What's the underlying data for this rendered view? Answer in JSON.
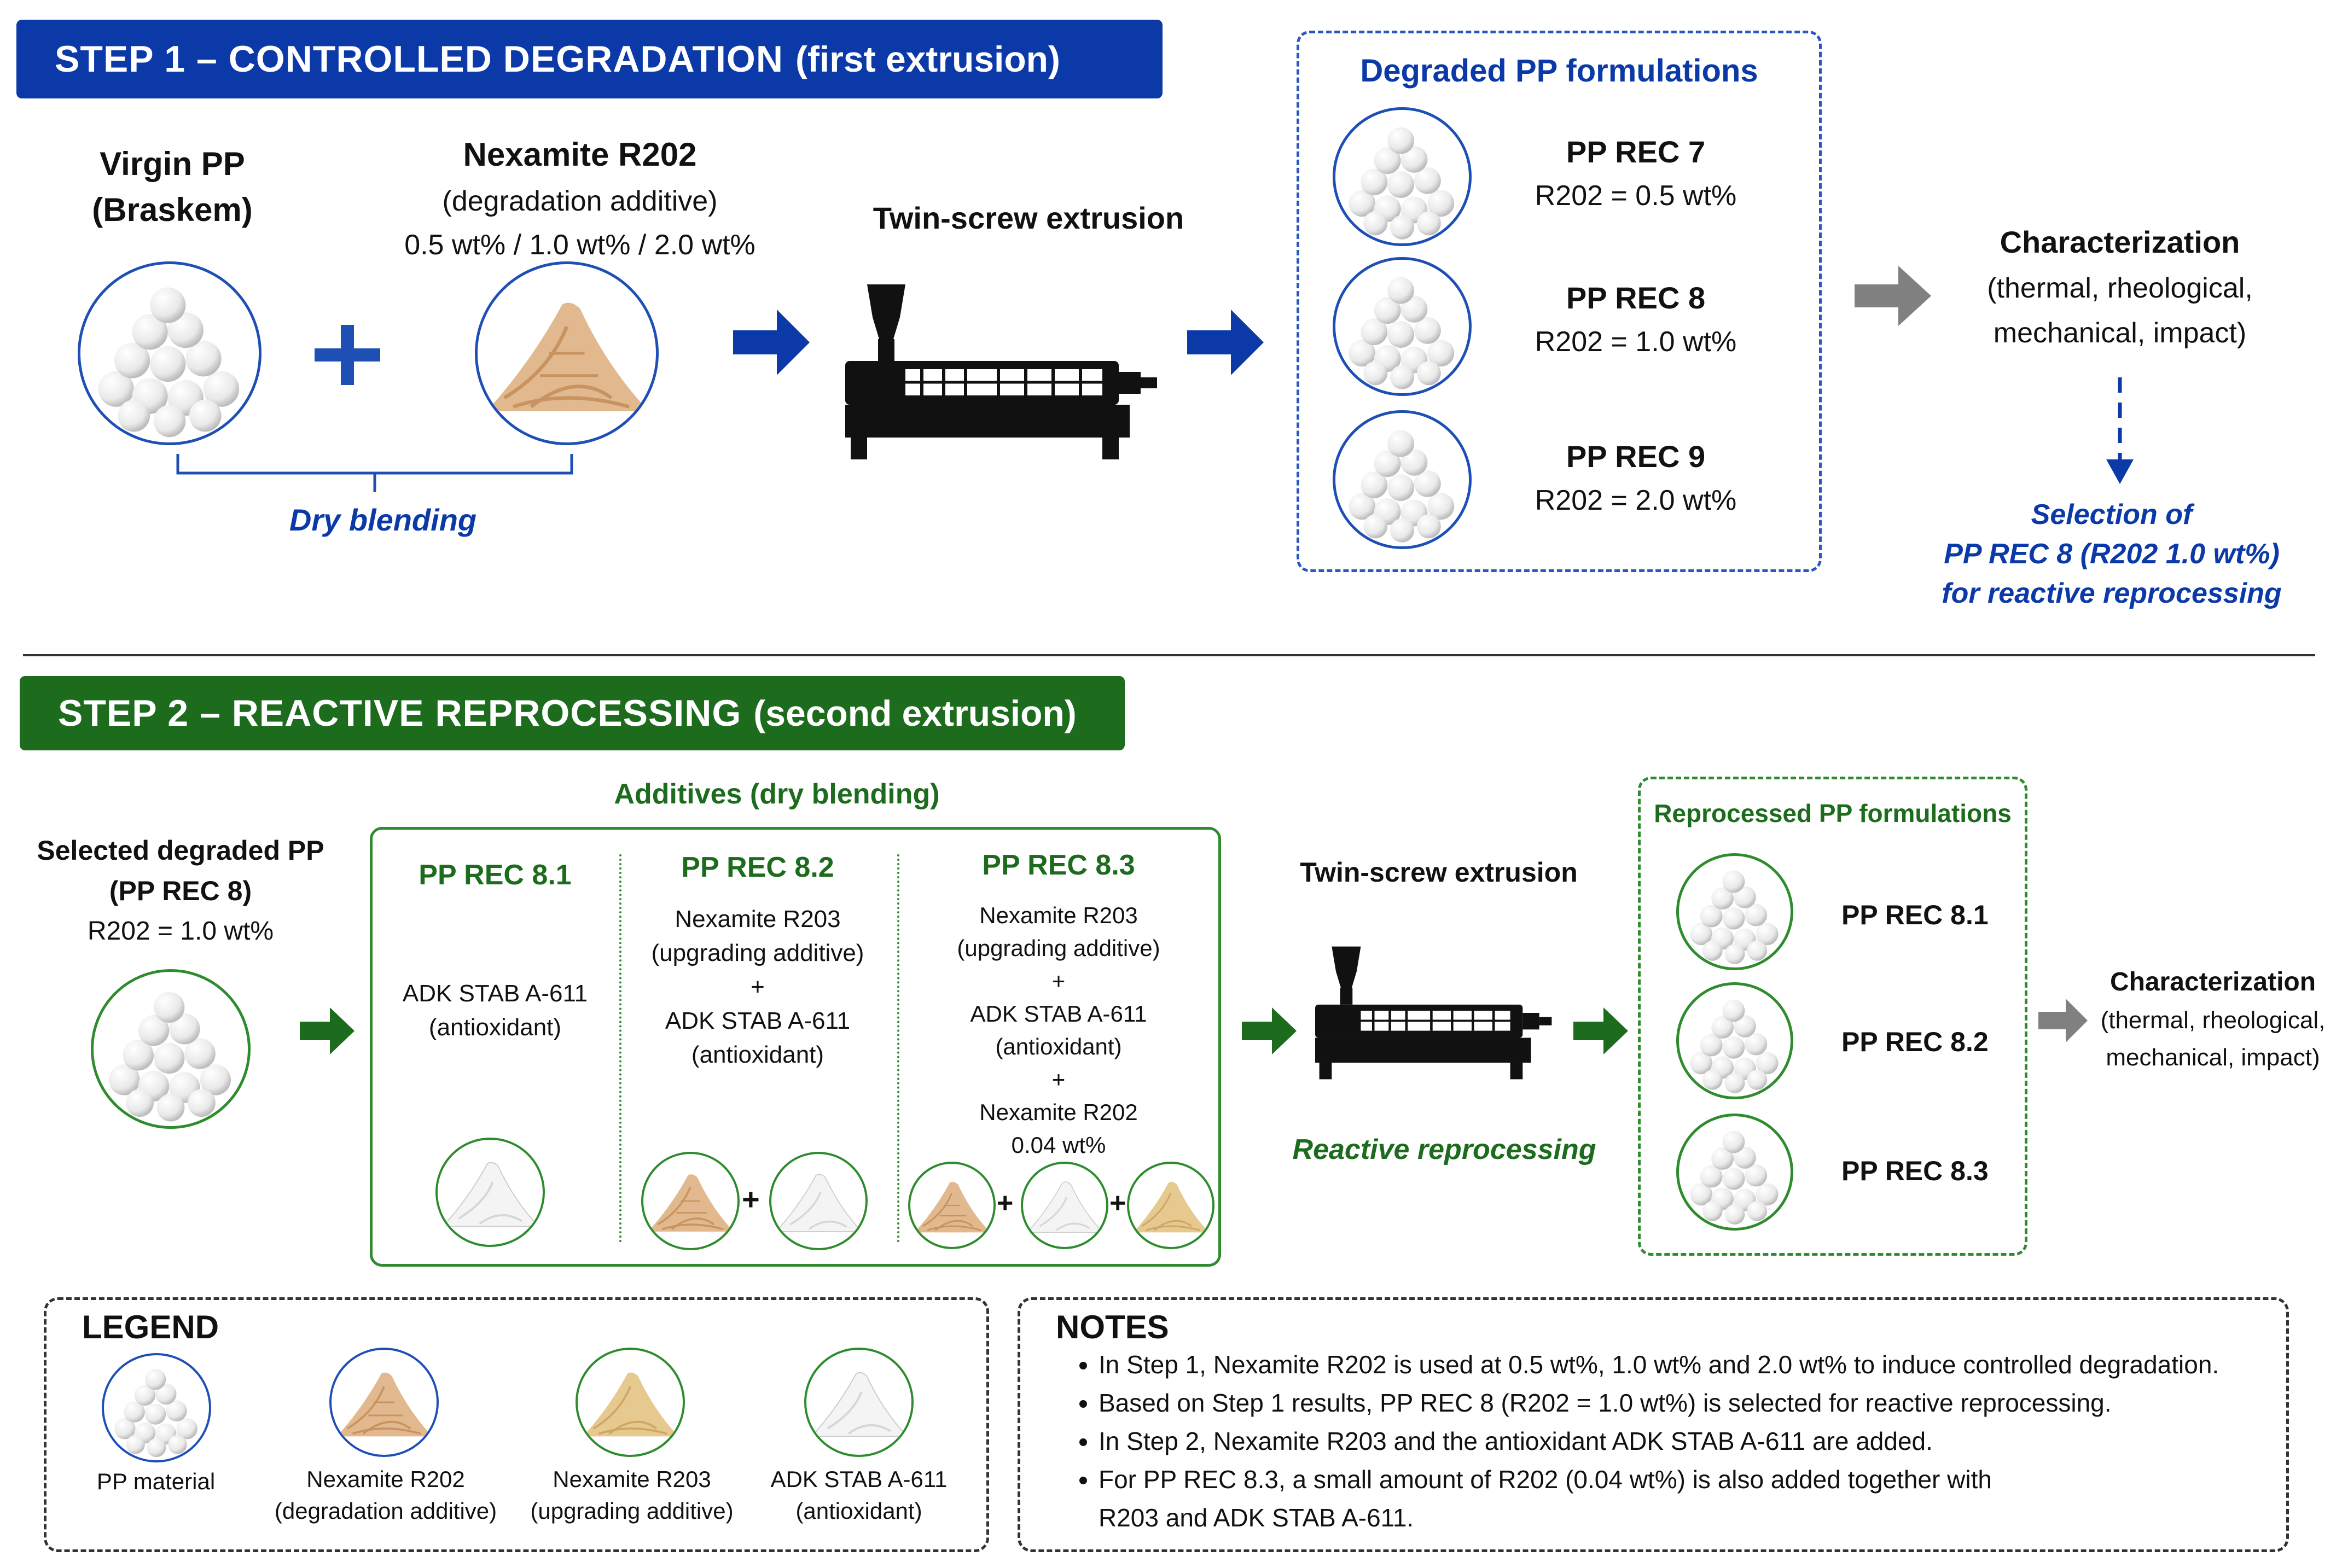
{
  "step1": {
    "banner_bold": "STEP 1 – CONTROLLED DEGRADATION",
    "banner_rest": "(first extrusion)",
    "banner_color": "#0b3aa8",
    "virgin_pp_line1": "Virgin PP",
    "virgin_pp_line2": "(Braskem)",
    "nexamite_title": "Nexamite R202",
    "nexamite_sub": "(degradation additive)",
    "nexamite_amounts": "0.5 wt% / 1.0 wt% / 2.0 wt%",
    "dry_blending": "Dry blending",
    "twin_screw": "Twin-screw extrusion",
    "formulations_title": "Degraded PP formulations",
    "formulations": [
      {
        "name": "PP REC 7",
        "detail": "R202 = 0.5 wt%"
      },
      {
        "name": "PP REC 8",
        "detail": "R202 = 1.0 wt%"
      },
      {
        "name": "PP REC 9",
        "detail": "R202 = 2.0 wt%"
      }
    ],
    "char_title": "Characterization",
    "char_line1": "(thermal, rheological,",
    "char_line2": "mechanical, impact)",
    "selection_line1": "Selection of",
    "selection_line2": "PP REC 8 (R202 1.0 wt%)",
    "selection_line3": "for reactive reprocessing"
  },
  "step2": {
    "banner_bold": "STEP 2 – REACTIVE REPROCESSING",
    "banner_rest": "(second extrusion)",
    "banner_color": "#1d6b1d",
    "selected_line1": "Selected degraded PP",
    "selected_line2": "(PP REC 8)",
    "selected_line3": "R202 = 1.0 wt%",
    "additives_title": "Additives (dry blending)",
    "rec81": {
      "title": "PP REC 8.1",
      "l1": "ADK STAB A-611",
      "l2": "(antioxidant)"
    },
    "rec82": {
      "title": "PP REC 8.2",
      "l1": "Nexamite R203",
      "l2": "(upgrading additive)",
      "plus": "+",
      "l3": "ADK STAB A-611",
      "l4": "(antioxidant)"
    },
    "rec83": {
      "title": "PP REC 8.3",
      "l1": "Nexamite R203",
      "l2": "(upgrading additive)",
      "plus1": "+",
      "l3": "ADK STAB A-611",
      "l4": "(antioxidant)",
      "plus2": "+",
      "l5": "Nexamite R202",
      "l6": "0.04 wt%"
    },
    "plus_sign": "+",
    "twin_screw": "Twin-screw extrusion",
    "reactive": "Reactive reprocessing",
    "reprocessed_title": "Reprocessed PP formulations",
    "reprocessed": [
      "PP REC 8.1",
      "PP REC 8.2",
      "PP REC 8.3"
    ],
    "char_title": "Characterization",
    "char_line1": "(thermal, rheological,",
    "char_line2": "mechanical, impact)"
  },
  "legend": {
    "title": "LEGEND",
    "items": [
      {
        "l1": "PP material",
        "l2": ""
      },
      {
        "l1": "Nexamite R202",
        "l2": "(degradation additive)"
      },
      {
        "l1": "Nexamite R203",
        "l2": "(upgrading additive)"
      },
      {
        "l1": "ADK STAB A-611",
        "l2": "(antioxidant)"
      }
    ]
  },
  "notes": {
    "title": "NOTES",
    "items": [
      "In Step 1, Nexamite R202 is used at 0.5 wt%, 1.0 wt% and 2.0 wt% to induce controlled degradation.",
      "Based on Step 1 results, PP REC 8 (R202 = 1.0 wt%) is selected for reactive reprocessing.",
      "In Step 2, Nexamite R203 and the antioxidant ADK STAB A-611 are added.",
      "For PP REC 8.3, a small amount of R202 (0.04 wt%) is also added together with R203 and ADK STAB A-611."
    ]
  },
  "colors": {
    "step1_blue": "#0b3aa8",
    "step2_green": "#1d6b1d",
    "arrow_gray": "#808080",
    "r202_powder": "#e2b98e",
    "r203_powder": "#e6c98f",
    "adk_powder": "#f2f2f2",
    "pp_pellet": "#ffffff"
  },
  "icons": [
    "pellets-icon",
    "r202-powder-icon",
    "r203-powder-icon",
    "adk-powder-icon",
    "extruder-icon",
    "arrow-right-icon",
    "plus-icon"
  ]
}
